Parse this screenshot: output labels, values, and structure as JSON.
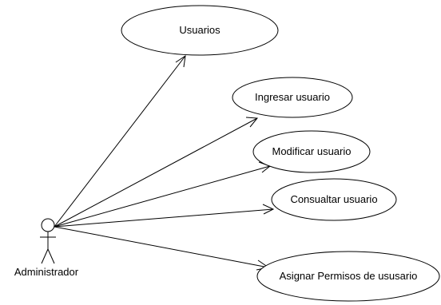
{
  "diagram": {
    "actor": {
      "label": "Administrador"
    },
    "use_cases": [
      {
        "id": "usuarios",
        "label": "Usuarios"
      },
      {
        "id": "ingresar",
        "label": "Ingresar usuario"
      },
      {
        "id": "modificar",
        "label": "Modificar usuario"
      },
      {
        "id": "consultar",
        "label": "Consualtar usuario"
      },
      {
        "id": "asignar",
        "label": "Asignar Permisos de ususario"
      }
    ]
  }
}
